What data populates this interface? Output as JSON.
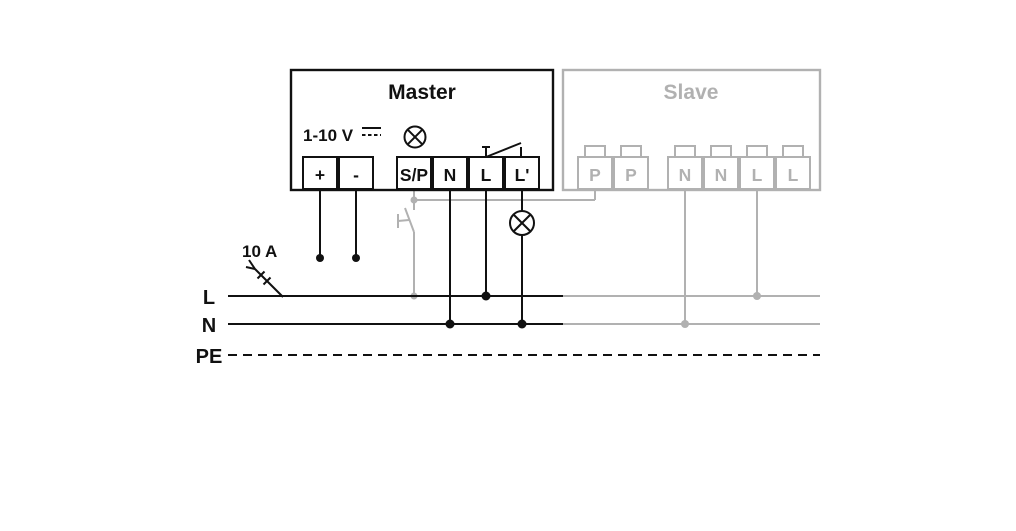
{
  "diagram": {
    "master": {
      "title": "Master",
      "dim_input_label": "1-10 V",
      "terminals": [
        "+",
        "-",
        "S/P",
        "N",
        "L",
        "L'"
      ]
    },
    "slave": {
      "title": "Slave",
      "terminals": [
        "P",
        "P",
        "N",
        "N",
        "L",
        "L"
      ]
    },
    "fuse": {
      "label": "10 A"
    },
    "bus_labels": {
      "line": "L",
      "neutral": "N",
      "earth": "PE"
    },
    "icons": {
      "lamp": "lamp-icon (circle with X)",
      "relay_contact": "relay-contact-icon",
      "push_button": "push-button-icon",
      "fuse_disconnect": "fuse-disconnect-icon",
      "dc_symbol": "dc-voltage-icon"
    },
    "colors": {
      "primary": "#111111",
      "secondary": "#b1b1b1"
    }
  }
}
